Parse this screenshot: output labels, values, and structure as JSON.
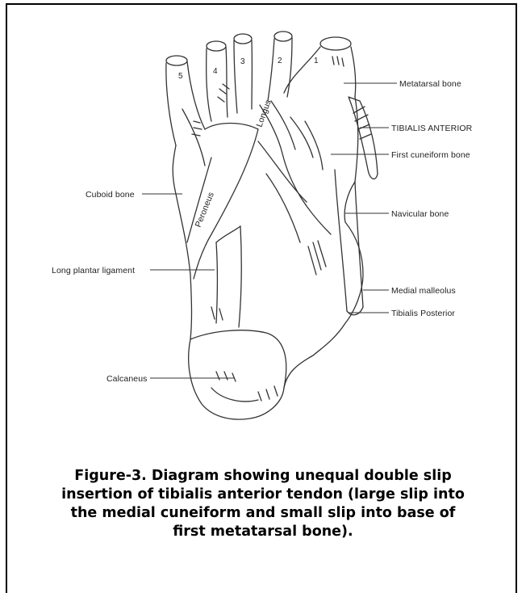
{
  "figure": {
    "labels": {
      "metatarsal_bone": "Metatarsal bone",
      "tibialis_anterior": "TIBIALIS ANTERIOR",
      "first_cuneiform_bone": "First cuneiform bone",
      "cuboid_bone": "Cuboid bone",
      "navicular_bone": "Navicular bone",
      "long_plantar_ligament": "Long plantar ligament",
      "medial_malleolus": "Medial malleolus",
      "tibialis_posterior": "Tibialis Posterior",
      "calcaneus": "Calcaneus",
      "longus": "Longus",
      "peroneus": "Peroneus"
    },
    "digits": [
      "1",
      "2",
      "3",
      "4",
      "5"
    ]
  },
  "caption": {
    "lines": [
      "Figure-3. Diagram showing unequal double slip",
      "insertion of tibialis anterior tendon (large slip into",
      "the medial cuneiform and small slip into base of",
      "first metatarsal bone)."
    ]
  }
}
